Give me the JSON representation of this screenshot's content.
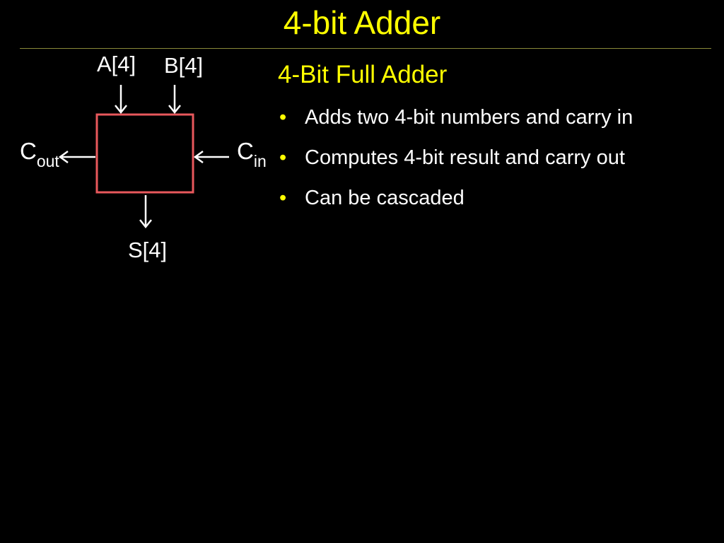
{
  "slide": {
    "title": "4-bit Adder"
  },
  "diagram": {
    "input_a": "A[4]",
    "input_b": "B[4]",
    "carry_out_main": "C",
    "carry_out_sub": "out",
    "carry_in_main": "C",
    "carry_in_sub": "in",
    "sum_output": "S[4]",
    "block_color": "#E8585C",
    "arrow_color": "#FFFFFF"
  },
  "content": {
    "heading": "4-Bit Full Adder",
    "bullets": [
      "Adds two 4-bit numbers and carry in",
      "Computes 4-bit result and carry out",
      "Can be cascaded"
    ],
    "bullet_symbol": "•"
  }
}
